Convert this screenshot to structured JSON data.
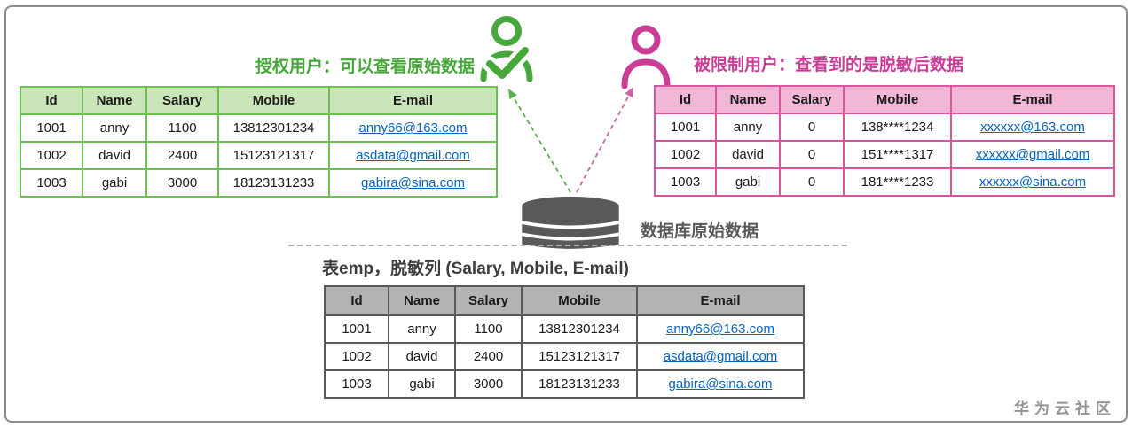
{
  "watermark": "华为云社区",
  "colors": {
    "green_accent": "#46a73a",
    "green_table_border": "#6dbf4f",
    "green_header_bg": "#cbe5ba",
    "pink_accent": "#c93d96",
    "pink_table_border": "#d9569f",
    "pink_header_bg": "#f2b7d6",
    "gray_accent": "#595959",
    "gray_header_bg": "#b3b3b3",
    "link_blue": "#0563c1"
  },
  "authorized": {
    "title": "授权用户：可以查看原始数据",
    "table": {
      "headers": [
        "Id",
        "Name",
        "Salary",
        "Mobile",
        "E-mail"
      ],
      "rows": [
        [
          "1001",
          "anny",
          "1100",
          "13812301234",
          "anny66@163.com"
        ],
        [
          "1002",
          "david",
          "2400",
          "15123121317",
          "asdata@gmail.com"
        ],
        [
          "1003",
          "gabi",
          "3000",
          "18123131233",
          "gabira@sina.com"
        ]
      ]
    }
  },
  "restricted": {
    "title": "被限制用户：查看到的是脱敏后数据",
    "table": {
      "headers": [
        "Id",
        "Name",
        "Salary",
        "Mobile",
        "E-mail"
      ],
      "rows": [
        [
          "1001",
          "anny",
          "0",
          "138****1234",
          "xxxxxx@163.com"
        ],
        [
          "1002",
          "david",
          "0",
          "151****1317",
          "xxxxxx@gmail.com"
        ],
        [
          "1003",
          "gabi",
          "0",
          "181****1233",
          "xxxxxx@sina.com"
        ]
      ]
    }
  },
  "database": {
    "label": "数据库原始数据",
    "caption": "表emp，脱敏列 (Salary, Mobile, E-mail)",
    "table": {
      "headers": [
        "Id",
        "Name",
        "Salary",
        "Mobile",
        "E-mail"
      ],
      "rows": [
        [
          "1001",
          "anny",
          "1100",
          "13812301234",
          "anny66@163.com"
        ],
        [
          "1002",
          "david",
          "2400",
          "15123121317",
          "asdata@gmail.com"
        ],
        [
          "1003",
          "gabi",
          "3000",
          "18123131233",
          "gabira@sina.com"
        ]
      ]
    }
  }
}
